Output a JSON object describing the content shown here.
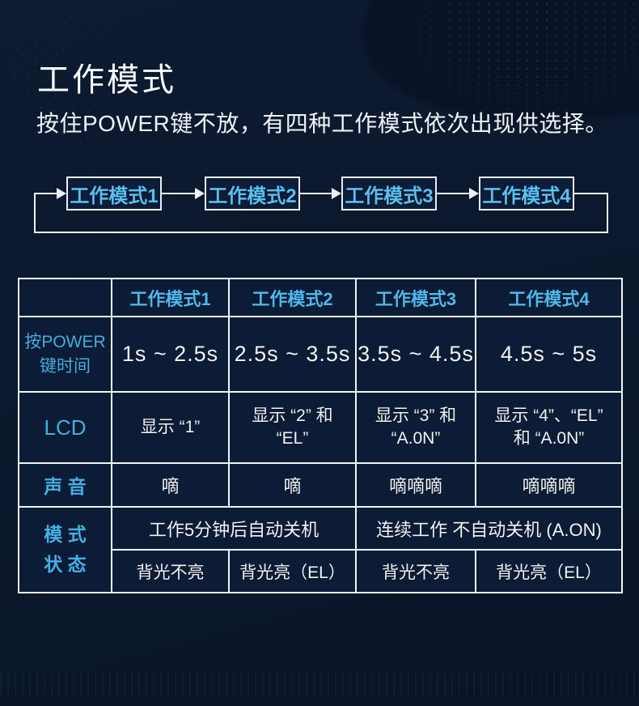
{
  "colors": {
    "background": "#0b1628",
    "cell_background": "#0d1c36",
    "grid_border": "#f2f4f6",
    "accent_blue": "#4db6ec",
    "text_white": "#f2f3f5"
  },
  "header": {
    "title": "工作模式",
    "subtitle": "按住POWER键不放，有四种工作模式依次出现供选择。"
  },
  "flow": {
    "nodes": [
      {
        "label": "工作模式1"
      },
      {
        "label": "工作模式2"
      },
      {
        "label": "工作模式3"
      },
      {
        "label": "工作模式4"
      }
    ]
  },
  "table": {
    "header": {
      "c0": "",
      "c1": "工作模式1",
      "c2": "工作模式2",
      "c3": "工作模式3",
      "c4": "工作模式4"
    },
    "power_row": {
      "label": "按POWER\n键时间",
      "cells": [
        "1s ~ 2.5s",
        "2.5s ~ 3.5s",
        "3.5s ~ 4.5s",
        "4.5s ~ 5s"
      ]
    },
    "lcd_row": {
      "label": "LCD",
      "cells": [
        "显示 “1”",
        "显示 “2” 和\n“EL”",
        "显示 “3” 和\n“A.0N”",
        "显示 “4”、“EL”\n和 “A.0N”"
      ]
    },
    "sound_row": {
      "label": "声 音",
      "cells": [
        "嘀",
        "嘀",
        "嘀嘀嘀",
        "嘀嘀嘀"
      ]
    },
    "mode_row": {
      "label": "模 式\n状 态",
      "merged_1_2": "工作5分钟后自动关机",
      "merged_3_4": "连续工作 不自动关机 (A.ON)",
      "cells": [
        "背光不亮",
        "背光亮（EL）",
        "背光不亮",
        "背光亮（EL）"
      ]
    }
  }
}
